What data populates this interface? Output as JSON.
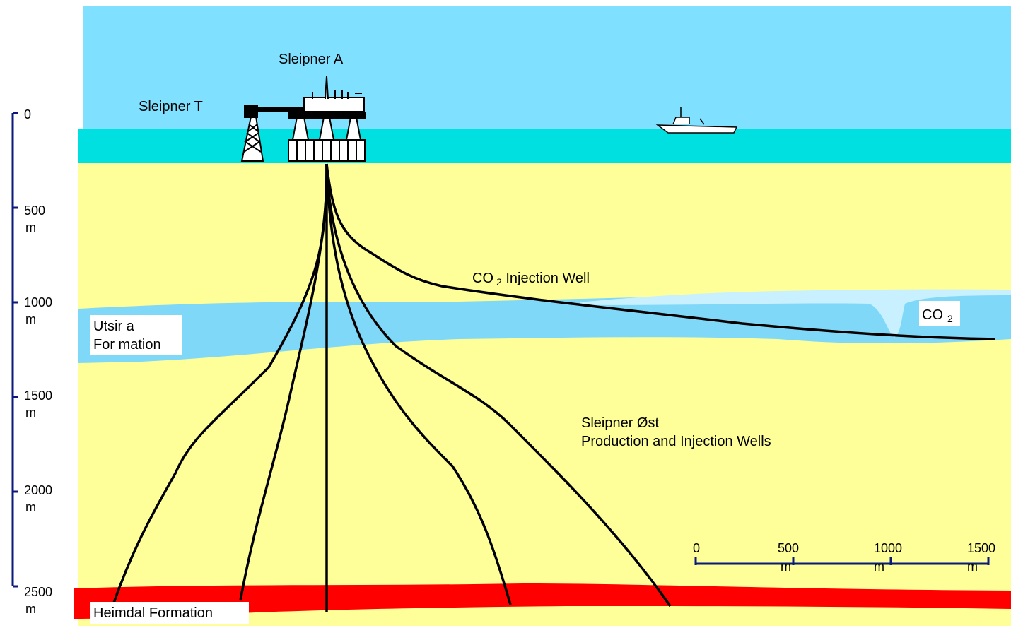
{
  "labels": {
    "sleipner_a": "Sleipner A",
    "sleipner_t": "Sleipner   T",
    "co2_well_a": "CO",
    "co2_well_sub": "2",
    "co2_well_b": " Injection   Well",
    "co2_a": "CO",
    "co2_sub": "2",
    "utsira_1": "Utsir a",
    "utsira_2": "For mation",
    "ost_1": "Sleipner Øst",
    "ost_2": "Production and Injection       Wells",
    "heimdal": "Heimdal Formation"
  },
  "depth_scale": {
    "ticks": [
      {
        "value": "0",
        "unit": ""
      },
      {
        "value": "500",
        "unit": "m"
      },
      {
        "value": "1000",
        "unit": "m"
      },
      {
        "value": "1500",
        "unit": "m"
      },
      {
        "value": "2000",
        "unit": "m"
      },
      {
        "value": "2500",
        "unit": "m"
      }
    ]
  },
  "horizontal_scale": {
    "ticks": [
      {
        "value": "0",
        "unit": ""
      },
      {
        "value": "500",
        "unit": "m"
      },
      {
        "value": "1000",
        "unit": "m"
      },
      {
        "value": "1500",
        "unit": "m"
      }
    ]
  },
  "colors": {
    "sky": "#80e0ff",
    "sea": "#00e0e0",
    "sediment": "#ffff99",
    "utsira": "#80d8f8",
    "co2_plume": "#c8f0ff",
    "heimdal": "#ff0000",
    "scale": "#0a1a7a"
  }
}
